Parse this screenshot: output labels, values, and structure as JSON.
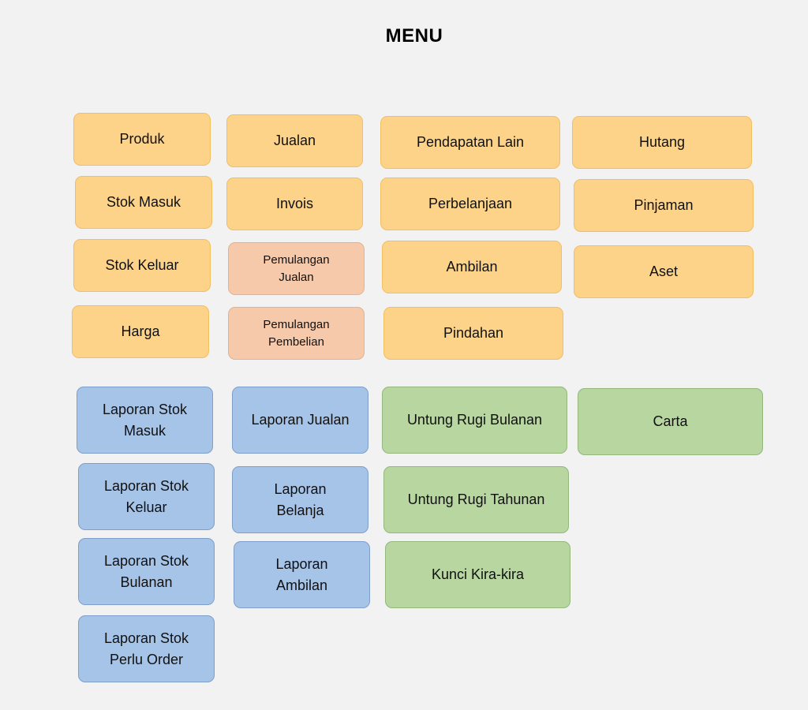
{
  "menu": {
    "title": "MENU"
  },
  "orange_items": {
    "produk": "Produk",
    "stok_masuk": "Stok Masuk",
    "stok_keluar": "Stok Keluar",
    "harga": "Harga",
    "jualan": "Jualan",
    "invois": "Invois",
    "pendapatan_lain": "Pendapatan Lain",
    "perbelanjaan": "Perbelanjaan",
    "ambilan": "Ambilan",
    "pindahan": "Pindahan",
    "hutang": "Hutang",
    "pinjaman": "Pinjaman",
    "aset": "Aset"
  },
  "peach_items": {
    "pemulangan_jualan": "Pemulangan\nJualan",
    "pemulangan_pembelian": "Pemulangan\nPembelian"
  },
  "blue_items": {
    "laporan_stok_masuk": "Laporan Stok\nMasuk",
    "laporan_stok_keluar": "Laporan Stok\nKeluar",
    "laporan_stok_bulanan": "Laporan Stok\nBulanan",
    "laporan_stok_perlu_order": "Laporan Stok\nPerlu Order",
    "laporan_jualan": "Laporan Jualan",
    "laporan_belanja": "Laporan\nBelanja",
    "laporan_ambilan": "Laporan\nAmbilan"
  },
  "green_items": {
    "untung_rugi_bulanan": "Untung Rugi Bulanan",
    "untung_rugi_tahunan": "Untung Rugi Tahunan",
    "kunci_kira_kira": "Kunci Kira-kira",
    "carta": "Carta"
  },
  "colors": {
    "background": "#f2f2f2",
    "orange": "#fdd38a",
    "peach": "#f6c9aa",
    "blue": "#a6c3e8",
    "green": "#b7d6a0"
  }
}
